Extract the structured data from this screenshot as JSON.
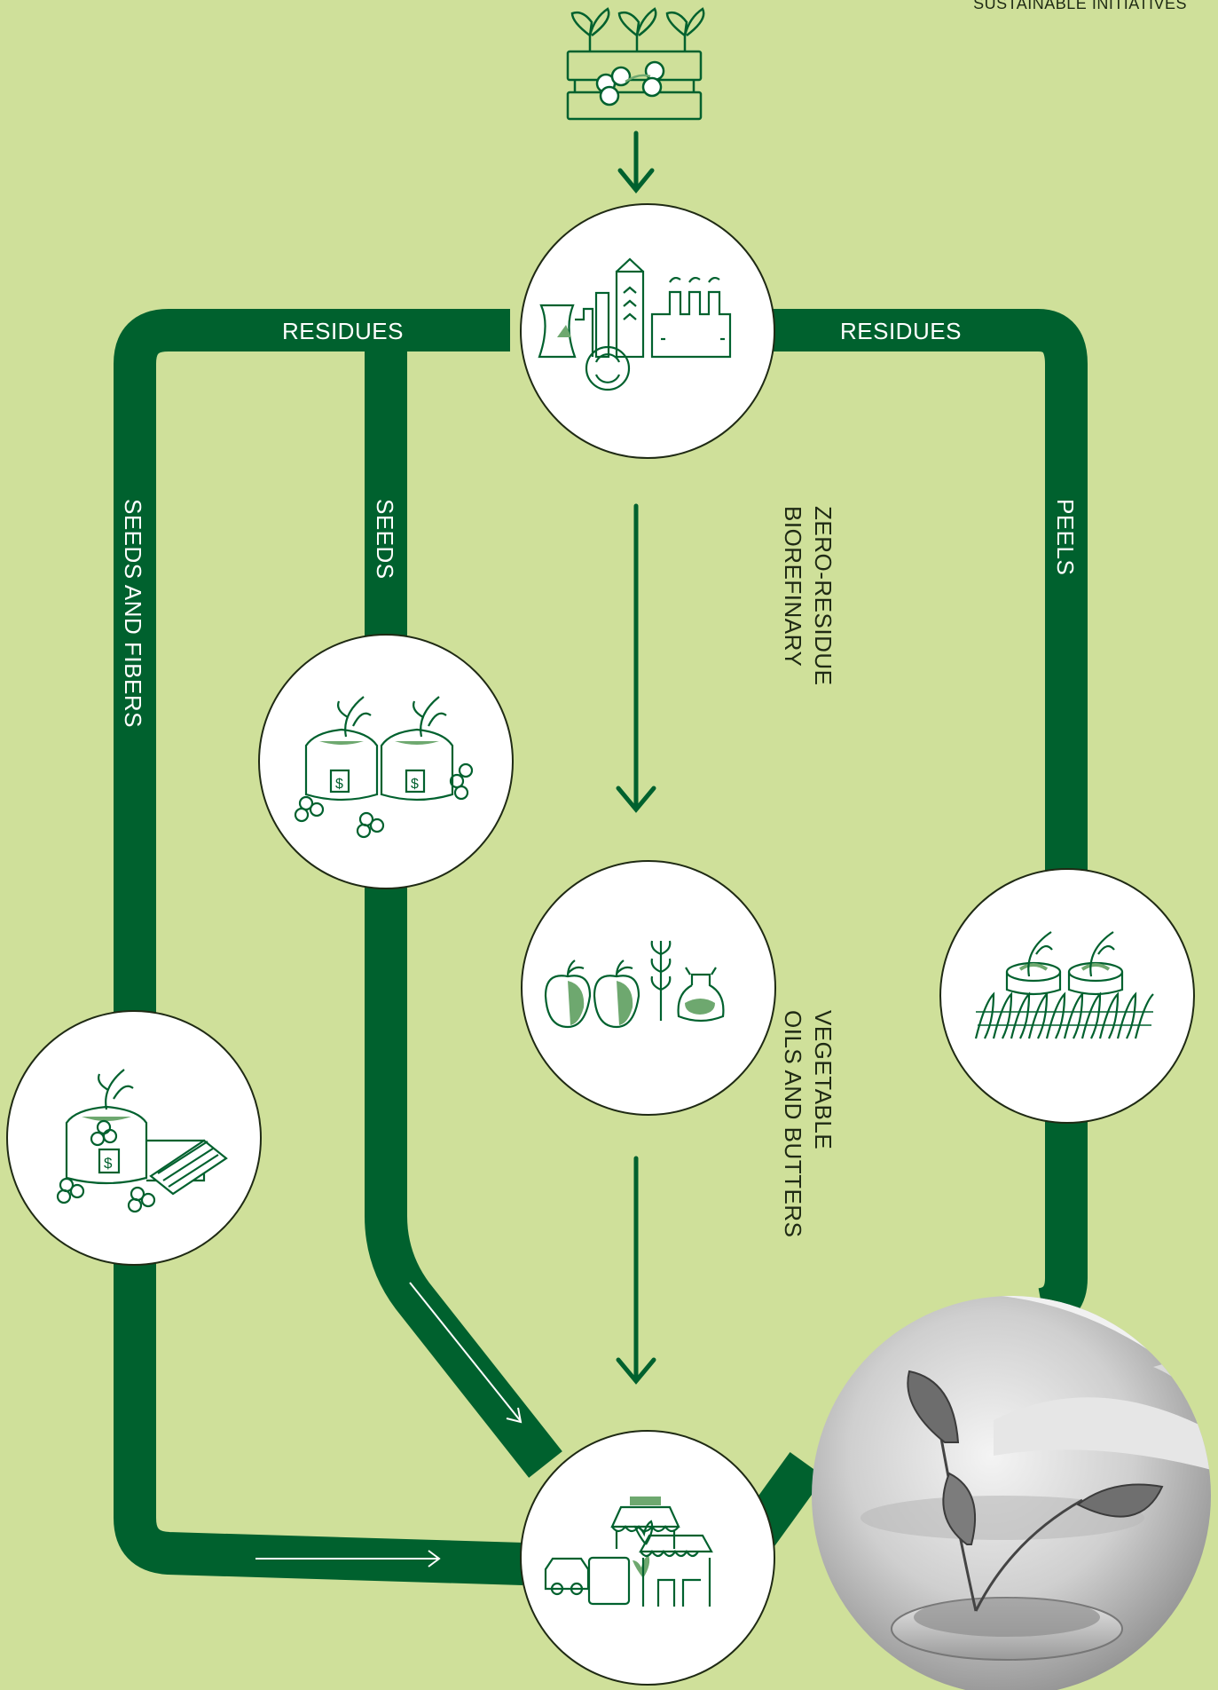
{
  "header": {
    "label": "SUSTAINABLE INITIATIVES"
  },
  "labels": {
    "residues_left": "RESIDUES",
    "residues_right": "RESIDUES",
    "seeds_and_fibers": "SEEDS AND FIBERS",
    "seeds": "SEEDS",
    "peels": "PEELS",
    "zero_residue_line1": "ZERO-RESIDUE",
    "zero_residue_line2": "BIOREFINARY",
    "vegetable_line1": "VEGETABLE",
    "vegetable_line2": "OILS AND BUTTERS"
  },
  "nodes": [
    {
      "id": "crop-farm",
      "icon": "plant-crate-icon"
    },
    {
      "id": "biorefinery",
      "icon": "factory-icon"
    },
    {
      "id": "seed-sacks",
      "icon": "seed-sacks-icon"
    },
    {
      "id": "fruits-grains",
      "icon": "fruits-grains-icon"
    },
    {
      "id": "peel-plants",
      "icon": "peel-plants-icon"
    },
    {
      "id": "seeds-fibers",
      "icon": "seeds-fibers-icon"
    },
    {
      "id": "industries",
      "icon": "market-industry-icon"
    },
    {
      "id": "lab",
      "icon": "lab-plant-photo"
    }
  ],
  "colors": {
    "background": "#cfe09a",
    "primary": "#00612e",
    "accent": "#6ea86f",
    "circle_fill": "#ffffff"
  }
}
